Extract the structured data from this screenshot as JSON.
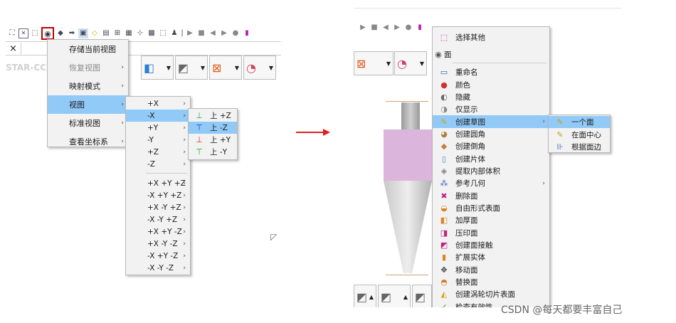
{
  "left": {
    "app_brand": "STAR-CCM",
    "close_label": "×",
    "main_menu": [
      {
        "label": "存储当前视图",
        "has_sub": false,
        "state": "normal"
      },
      {
        "label": "恢复视图",
        "has_sub": true,
        "state": "disabled"
      },
      {
        "label": "映射模式",
        "has_sub": true,
        "state": "normal"
      },
      {
        "label": "视图",
        "has_sub": true,
        "state": "selected"
      },
      {
        "label": "标准视图",
        "has_sub": true,
        "state": "normal"
      },
      {
        "label": "查看坐标系",
        "has_sub": true,
        "state": "normal"
      }
    ],
    "view_submenu": [
      "+X",
      "-X",
      "+Y",
      "-Y",
      "+Z",
      "-Z",
      "+X +Y +Z",
      "-X +Y +Z",
      "+X -Y +Z",
      "-X -Y +Z",
      "+X +Y -Z",
      "+X -Y -Z",
      "-X +Y -Z",
      "-X -Y -Z"
    ],
    "x_minus_submenu": [
      "上 +Z",
      "上 -Z",
      "上 +Y",
      "上 -Y"
    ]
  },
  "right": {
    "top_items": [
      {
        "label": "选择其他",
        "icon": "select-other-icon"
      },
      {
        "label": "面",
        "icon": "face-icon"
      }
    ],
    "menu": [
      {
        "label": "重命名",
        "icon": "rename-icon",
        "has_sub": false
      },
      {
        "label": "颜色",
        "icon": "color-icon",
        "has_sub": false
      },
      {
        "label": "隐藏",
        "icon": "hide-icon",
        "has_sub": false
      },
      {
        "label": "仅显示",
        "icon": "show-only-icon",
        "has_sub": false
      },
      {
        "label": "创建草图",
        "icon": "sketch-icon",
        "has_sub": true,
        "selected": true
      },
      {
        "label": "创建圆角",
        "icon": "fillet-icon",
        "has_sub": false
      },
      {
        "label": "创建倒角",
        "icon": "chamfer-icon",
        "has_sub": false
      },
      {
        "label": "创建片体",
        "icon": "sheet-body-icon",
        "has_sub": false
      },
      {
        "label": "提取内部体积",
        "icon": "extract-volume-icon",
        "has_sub": false
      },
      {
        "label": "参考几何",
        "icon": "reference-geometry-icon",
        "has_sub": true
      },
      {
        "label": "删除面",
        "icon": "delete-face-icon",
        "has_sub": false
      },
      {
        "label": "自由形式表面",
        "icon": "freeform-surface-icon",
        "has_sub": false
      },
      {
        "label": "加厚面",
        "icon": "thicken-face-icon",
        "has_sub": false
      },
      {
        "label": "压印面",
        "icon": "imprint-face-icon",
        "has_sub": false
      },
      {
        "label": "创建面接触",
        "icon": "face-contact-icon",
        "has_sub": false
      },
      {
        "label": "扩展实体",
        "icon": "extend-solid-icon",
        "has_sub": false
      },
      {
        "label": "移动面",
        "icon": "move-face-icon",
        "has_sub": false
      },
      {
        "label": "替换面",
        "icon": "replace-face-icon",
        "has_sub": false
      },
      {
        "label": "创建涡轮切片表面",
        "icon": "turbo-slice-icon",
        "has_sub": false
      },
      {
        "label": "检查有效性",
        "icon": "check-validity-icon",
        "has_sub": false
      }
    ],
    "sketch_submenu": [
      "一个面",
      "在面中心",
      "根据面边"
    ]
  },
  "watermark": "CSDN @每天都要丰富自己",
  "colors": {
    "highlight": "#91c9f7",
    "arrow": "#e02020",
    "callout": "#c00000",
    "body": "#dcb5dd"
  }
}
